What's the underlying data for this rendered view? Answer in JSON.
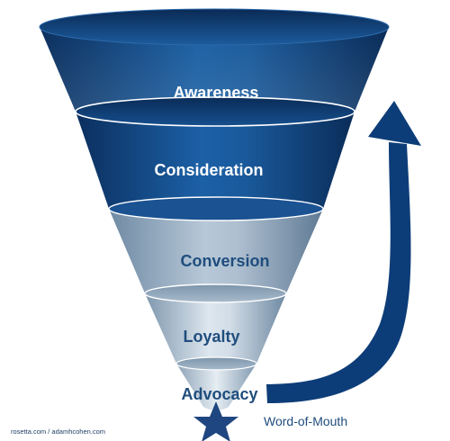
{
  "funnel": {
    "stages": [
      {
        "label": "Awareness"
      },
      {
        "label": "Consideration"
      },
      {
        "label": "Conversion"
      },
      {
        "label": "Loyalty"
      },
      {
        "label": "Advocacy"
      }
    ]
  },
  "loop_label": "Word-of-Mouth",
  "credit": "rosetta.com / adamhcohen.com",
  "colors": {
    "dark_blue": "#0d3a73",
    "mid_blue": "#1a5797",
    "steel_gray": "#8aa4bc",
    "light_steel": "#c5d4e2",
    "arrow_blue": "#0d3d78",
    "label_gray_blue": "#1f4d7d"
  },
  "icons": {
    "star": "star-icon",
    "arrow": "curved-arrow-icon"
  }
}
